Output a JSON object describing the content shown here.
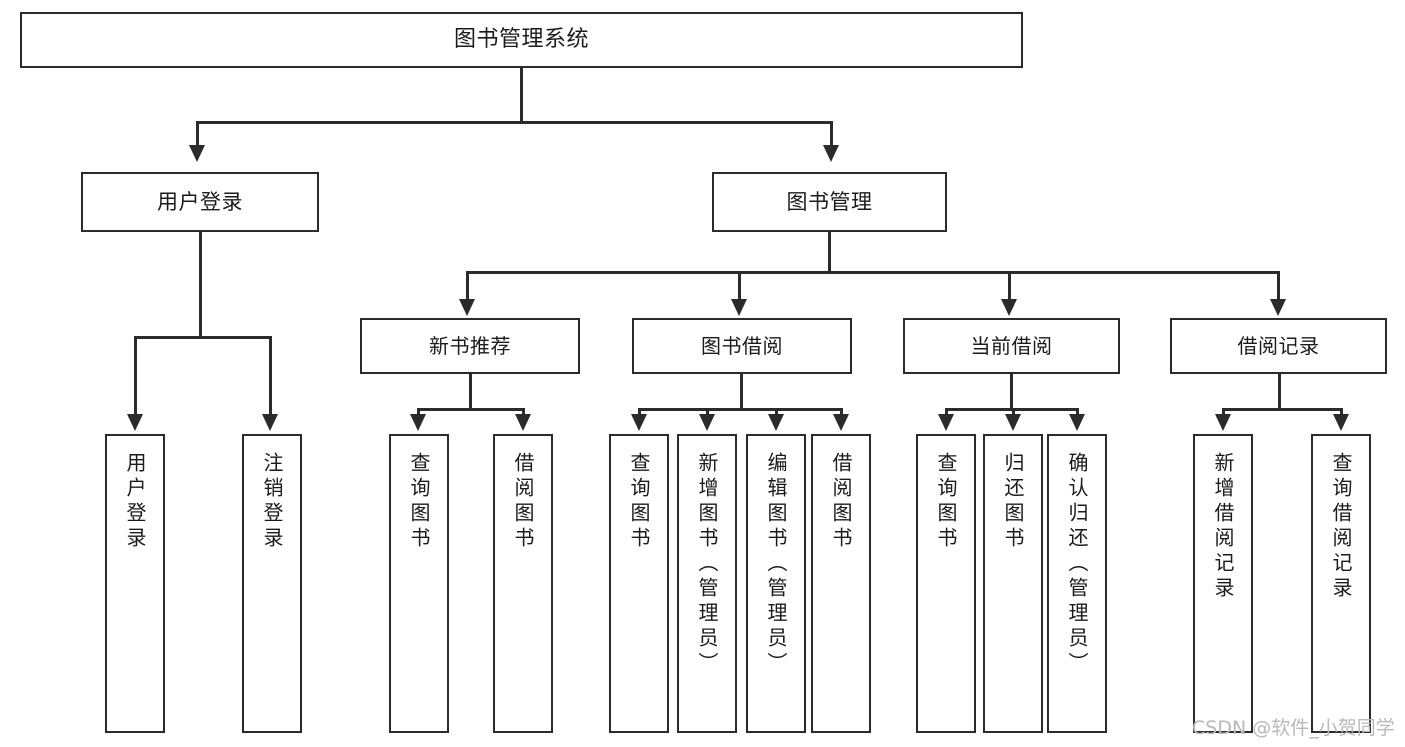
{
  "diagram": {
    "type": "tree-hierarchy-chart",
    "title": "图书管理系统",
    "watermark": "CSDN @软件_小贺同学",
    "colors": {
      "stroke": "#2b2b2b",
      "fill": "#ffffff",
      "text": "#1b1b1b",
      "watermark": "#b9b9b9"
    },
    "nodes": {
      "root": {
        "label": "图书管理系统"
      },
      "level1": [
        {
          "label": "用户登录"
        },
        {
          "label": "图书管理"
        }
      ],
      "level2": [
        {
          "label": "新书推荐"
        },
        {
          "label": "图书借阅"
        },
        {
          "label": "当前借阅"
        },
        {
          "label": "借阅记录"
        }
      ],
      "leaves": {
        "user_login": [
          {
            "label": "用户登录"
          },
          {
            "label": "注销登录"
          }
        ],
        "new_book_recommend": [
          {
            "label": "查询图书"
          },
          {
            "label": "借阅图书"
          }
        ],
        "book_borrow": [
          {
            "label": "查询图书"
          },
          {
            "label": "新增图书（管理员）"
          },
          {
            "label": "编辑图书（管理员）"
          },
          {
            "label": "借阅图书"
          }
        ],
        "current_borrow": [
          {
            "label": "查询图书"
          },
          {
            "label": "归还图书"
          },
          {
            "label": "确认归还（管理员）"
          }
        ],
        "borrow_record": [
          {
            "label": "新增借阅记录"
          },
          {
            "label": "查询借阅记录"
          }
        ]
      }
    }
  }
}
